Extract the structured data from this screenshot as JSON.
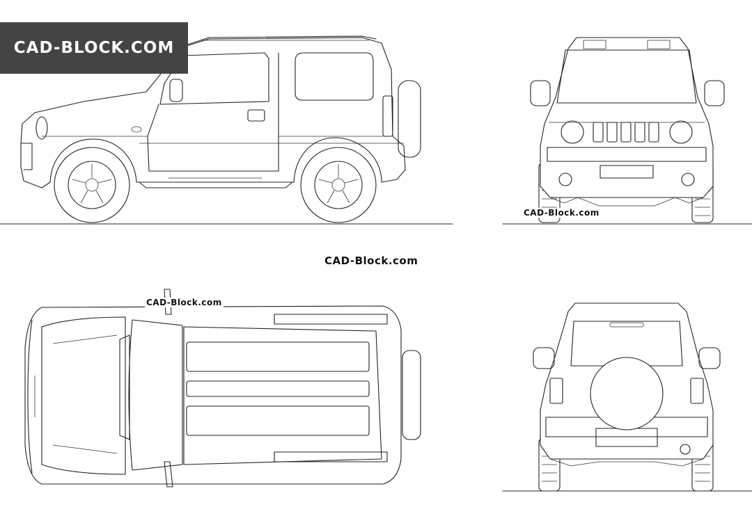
{
  "banner": {
    "text": "CAD-BLOCK.COM"
  },
  "watermarks": {
    "center": "CAD-Block.com",
    "front_view": "CAD-Block.com",
    "top_view": "CAD-Block.com"
  },
  "colors": {
    "line": "#222222",
    "banner_bg": "#444444",
    "banner_text": "#ffffff",
    "background": "#ffffff"
  }
}
